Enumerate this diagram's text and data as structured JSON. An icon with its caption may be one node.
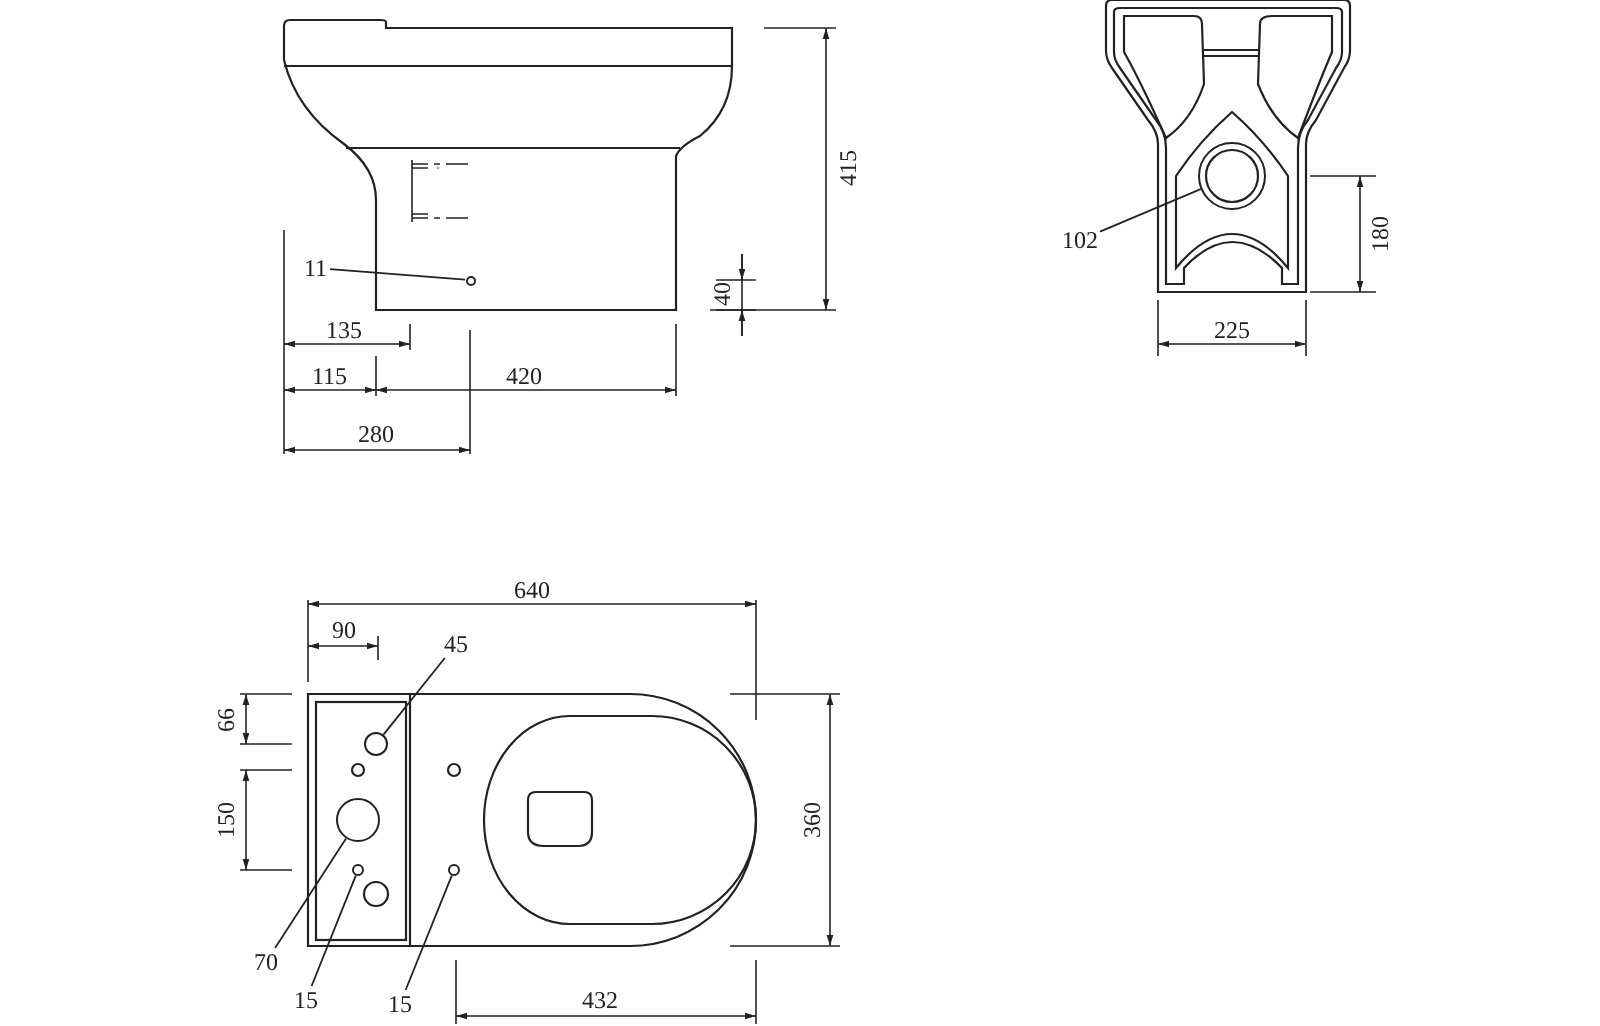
{
  "diagram": {
    "nodes": [
      {
        "text": [
          "11"
        ]
      },
      {
        "text": [],
        "shape": "circle"
      },
      {
        "text": [
          "102"
        ]
      },
      {
        "text": [],
        "shape": "circle"
      },
      {
        "text": [
          "45"
        ]
      },
      {
        "text": [],
        "shape": "circle"
      },
      {
        "text": [
          "70"
        ]
      },
      {
        "text": [],
        "shape": "circle"
      },
      {
        "text": [
          "15"
        ]
      },
      {
        "text": [],
        "shape": "circle"
      },
      {
        "text": [
          "15"
        ]
      },
      {
        "text": [],
        "shape": "circle"
      }
    ],
    "edges": [
      {
        "from": 0,
        "to": 1,
        "arrow": "none"
      },
      {
        "from": 2,
        "to": 3,
        "arrow": "none"
      },
      {
        "from": 4,
        "to": 5,
        "arrow": "none"
      },
      {
        "from": 6,
        "to": 7,
        "arrow": "none"
      },
      {
        "from": 8,
        "to": 9,
        "arrow": "none"
      },
      {
        "from": 10,
        "to": 11,
        "arrow": "none"
      }
    ],
    "labels": [
      "415",
      "180",
      "40",
      "135",
      "115",
      "420",
      "225",
      "280",
      "640",
      "90",
      "66",
      "150",
      "360",
      "432"
    ]
  }
}
